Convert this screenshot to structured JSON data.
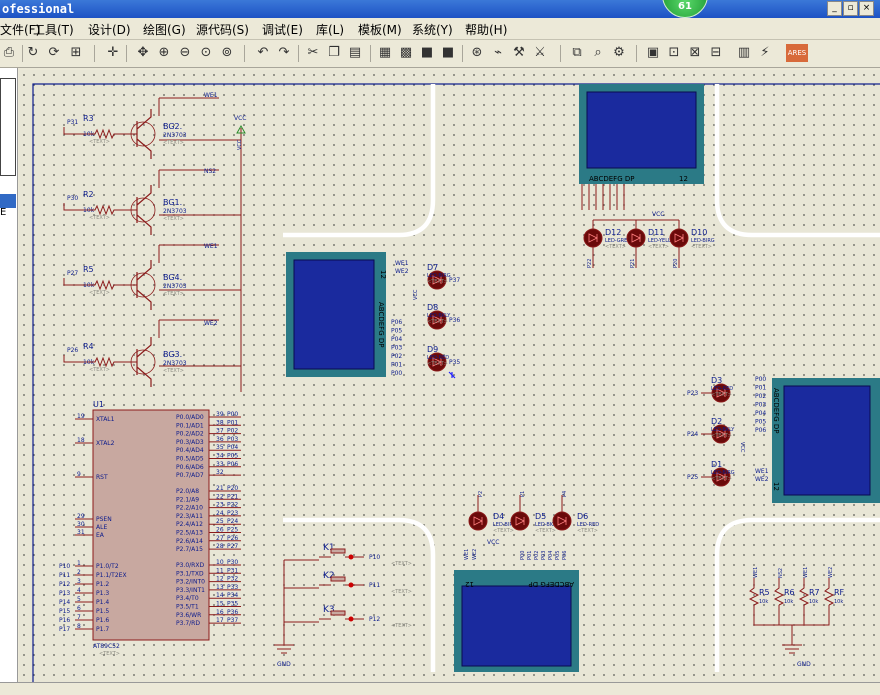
{
  "window": {
    "title": "ofessional",
    "badge": "61",
    "btn_min": "_",
    "btn_restore": "▫",
    "btn_close": "×"
  },
  "menu": [
    "文件(F)",
    "工具(T)",
    "设计(D)",
    "绘图(G)",
    "源代码(S)",
    "调试(E)",
    "库(L)",
    "模板(M)",
    "系统(Y)",
    "帮助(H)"
  ],
  "toolbar_icons": [
    "print",
    "undo-page",
    "grid",
    "origin",
    "pan",
    "zoom-in",
    "zoom-out",
    "zoom-all",
    "zoom-area",
    "undo",
    "redo",
    "cut",
    "copy",
    "paste",
    "block-copy",
    "block-move",
    "block-rotate",
    "block-delete",
    "pick",
    "make-device",
    "packaging",
    "decompose",
    "netlist",
    "search",
    "property",
    "electrical-rule",
    "bom",
    "new-sheet",
    "remove-sheet",
    "exit-parent",
    "report",
    "ares"
  ],
  "left_panel": {
    "text": "E"
  },
  "schematic": {
    "resistors_left": [
      {
        "port": "P31",
        "ref": "R3",
        "val": "10k",
        "text": "<TEXT>"
      },
      {
        "port": "P30",
        "ref": "R2",
        "val": "10k",
        "text": "<TEXT>"
      },
      {
        "port": "P27",
        "ref": "R5",
        "val": "10k",
        "text": "<TEXT>"
      },
      {
        "port": "P26",
        "ref": "R4",
        "val": "10k",
        "text": "<TEXT>"
      }
    ],
    "transistors": [
      {
        "ref": "BG2.",
        "part": "2N3703",
        "text": "<TEXT>",
        "net": "WE1"
      },
      {
        "ref": "BG1.",
        "part": "2N3703",
        "text": "<TEXT>",
        "net": "NS2"
      },
      {
        "ref": "BG4.",
        "part": "2N3703",
        "text": "<TEXT>",
        "net": "WE1"
      },
      {
        "ref": "BG3.",
        "part": "2N3703",
        "text": "<TEXT>",
        "net": "WE2"
      }
    ],
    "vcc": "VCC",
    "gnd": "GND",
    "mcu": {
      "ref": "U1",
      "part": "AT89C52",
      "text": "<TEXT>",
      "left_pins": [
        {
          "num": "19",
          "name": "XTAL1"
        },
        {
          "num": "18",
          "name": "XTAL2"
        },
        {
          "num": "9",
          "name": "RST"
        },
        {
          "num": "29",
          "name": "PSEN"
        },
        {
          "num": "30",
          "name": "ALE"
        },
        {
          "num": "31",
          "name": "EA"
        },
        {
          "num": "1",
          "name": "P1.0/T2"
        },
        {
          "num": "2",
          "name": "P1.1/T2EX"
        },
        {
          "num": "3",
          "name": "P1.2"
        },
        {
          "num": "4",
          "name": "P1.3"
        },
        {
          "num": "5",
          "name": "P1.4"
        },
        {
          "num": "6",
          "name": "P1.5"
        },
        {
          "num": "7",
          "name": "P1.6"
        },
        {
          "num": "8",
          "name": "P1.7"
        }
      ],
      "left_nets": [
        "P10",
        "P11",
        "P12",
        "P13",
        "P14",
        "P15",
        "P16",
        "P17"
      ],
      "right_pins": [
        {
          "num": "39",
          "name": "P0.0/AD0",
          "net": "P00"
        },
        {
          "num": "38",
          "name": "P0.1/AD1",
          "net": "P01"
        },
        {
          "num": "37",
          "name": "P0.2/AD2",
          "net": "P02"
        },
        {
          "num": "36",
          "name": "P0.3/AD3",
          "net": "P03"
        },
        {
          "num": "35",
          "name": "P0.4/AD4",
          "net": "P04"
        },
        {
          "num": "34",
          "name": "P0.5/AD5",
          "net": "P05"
        },
        {
          "num": "33",
          "name": "P0.6/AD6",
          "net": "P06"
        },
        {
          "num": "32",
          "name": "P0.7/AD7",
          "net": ""
        },
        {
          "num": "21",
          "name": "P2.0/A8",
          "net": "P20"
        },
        {
          "num": "22",
          "name": "P2.1/A9",
          "net": "P21"
        },
        {
          "num": "23",
          "name": "P2.2/A10",
          "net": "P22"
        },
        {
          "num": "24",
          "name": "P2.3/A11",
          "net": "P23"
        },
        {
          "num": "25",
          "name": "P2.4/A12",
          "net": "P24"
        },
        {
          "num": "26",
          "name": "P2.5/A13",
          "net": "P25"
        },
        {
          "num": "27",
          "name": "P2.6/A14",
          "net": "P26"
        },
        {
          "num": "28",
          "name": "P2.7/A15",
          "net": "P27"
        },
        {
          "num": "10",
          "name": "P3.0/RXD",
          "net": "P30"
        },
        {
          "num": "11",
          "name": "P3.1/TXD",
          "net": "P31"
        },
        {
          "num": "12",
          "name": "P3.2/INT0",
          "net": "P32"
        },
        {
          "num": "13",
          "name": "P3.3/INT1",
          "net": "P33"
        },
        {
          "num": "14",
          "name": "P3.4/T0",
          "net": "P34"
        },
        {
          "num": "15",
          "name": "P3.5/T1",
          "net": "P35"
        },
        {
          "num": "16",
          "name": "P3.6/WR",
          "net": "P36"
        },
        {
          "num": "17",
          "name": "P3.7/RD",
          "net": "P37"
        }
      ]
    },
    "keys": [
      {
        "ref": "K1",
        "net": "P10",
        "text": "<TEXT>"
      },
      {
        "ref": "K2",
        "net": "P11",
        "text": "<TEXT>"
      },
      {
        "ref": "K3",
        "net": "P12",
        "text": "<TEXT>"
      }
    ],
    "displays": {
      "top": {
        "seg": "ABCDEFG DP",
        "num": "12"
      },
      "left": {
        "seg": "ABCDEFG DP",
        "num": "12"
      },
      "right": {
        "seg": "ABCDEFG DP",
        "num": "12"
      },
      "bottom": {
        "seg": "ABCDEFG DP",
        "num": "12"
      }
    },
    "leds_top": [
      {
        "ref": "D12",
        "type": "LED-GREEN",
        "text": "<TEXT>",
        "net": "P22"
      },
      {
        "ref": "D11",
        "type": "LED-YELLOW",
        "text": "<TEXT>",
        "net": "P21"
      },
      {
        "ref": "D10",
        "type": "LED-BIRG",
        "text": "<TEXT>",
        "net": "P20"
      }
    ],
    "leds_left": [
      {
        "ref": "D7",
        "type": "LED-BIRG",
        "text": "<TEXT>",
        "net": "P37"
      },
      {
        "ref": "D8",
        "type": "LED-BKLY",
        "text": "<TEXT>",
        "net": "P36"
      },
      {
        "ref": "D9",
        "type": "LED-RED",
        "text": "<TEXT>",
        "net": "P35"
      }
    ],
    "leds_right": [
      {
        "ref": "D3",
        "type": "LED-RED",
        "text": "<TEXT>",
        "net": "P23"
      },
      {
        "ref": "D2",
        "type": "LED-BKLY",
        "text": "<TEXT>",
        "net": "P24"
      },
      {
        "ref": "D1",
        "type": "LED-BIRG",
        "text": "<TEXT>",
        "net": "P25"
      }
    ],
    "leds_bottom": [
      {
        "ref": "D4",
        "type": "LED-BIRG",
        "text": "<TEXT>",
        "net": "P2"
      },
      {
        "ref": "D5",
        "type": "LED-BKLY",
        "text": "<TEXT>",
        "net": "P1"
      },
      {
        "ref": "D6",
        "type": "LED-RED",
        "text": "<TEXT>",
        "net": "P4"
      }
    ],
    "pullups": [
      {
        "ref": "R5",
        "val": "10k",
        "net": "WE1"
      },
      {
        "ref": "R6",
        "val": "10k",
        "net": "NS2"
      },
      {
        "ref": "R7",
        "val": "10k",
        "net": "WE1"
      },
      {
        "ref": "RF",
        "val": "10k",
        "net": "WE2"
      }
    ],
    "p0_nets": [
      "P00",
      "P01",
      "P02",
      "P03",
      "P04",
      "P05",
      "P06"
    ],
    "we_nets": [
      "WE1",
      "WE2"
    ]
  }
}
